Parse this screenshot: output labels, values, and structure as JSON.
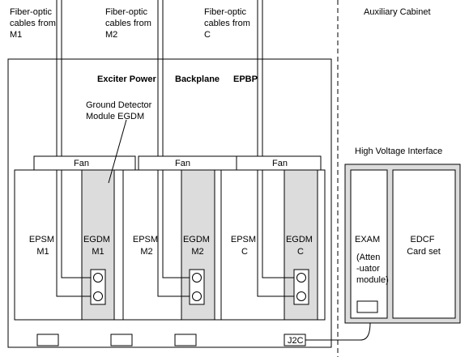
{
  "cables": {
    "m1": [
      "Fiber-optic",
      "cables from",
      "M1"
    ],
    "m2": [
      "Fiber-optic",
      "cables from",
      "M2"
    ],
    "c": [
      "Fiber-optic",
      "cables from",
      "C"
    ]
  },
  "auxiliary_cabinet": "Auxiliary Cabinet",
  "backplane": {
    "part1": "Exciter Power",
    "part2": "Backplane",
    "part3": "EPBP"
  },
  "ground_detector": [
    "Ground Detector",
    "Module EGDM"
  ],
  "fans": [
    "Fan",
    "Fan",
    "Fan"
  ],
  "modules": [
    {
      "epsm": [
        "EPSM",
        "M1"
      ],
      "egdm": [
        "EGDM",
        "M1"
      ]
    },
    {
      "epsm": [
        "EPSM",
        "M2"
      ],
      "egdm": [
        "EGDM",
        "M2"
      ]
    },
    {
      "epsm": [
        "EPSM",
        "C"
      ],
      "egdm": [
        "EGDM",
        "C"
      ]
    }
  ],
  "hv_interface": {
    "title": "High Voltage Interface",
    "exam": [
      "EXAM",
      "(Atten",
      "-uator",
      "module)"
    ],
    "edcf": [
      "EDCF",
      "Card set"
    ]
  },
  "connector": "J2C"
}
